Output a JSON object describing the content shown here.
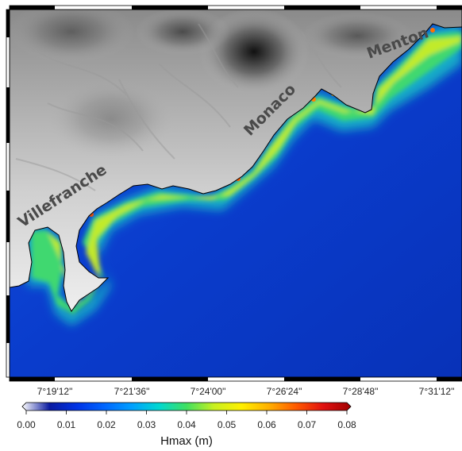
{
  "place_labels": [
    {
      "name": "Villefranche"
    },
    {
      "name": "Monaco"
    },
    {
      "name": "Menton"
    }
  ],
  "x_axis": {
    "tick_labels": [
      "7°19'12\"",
      "7°21'36\"",
      "7°24'00\"",
      "7°26'24\"",
      "7°28'48\"",
      "7°31'12\""
    ]
  },
  "colorbar": {
    "title": "Hmax (m)",
    "min": 0.0,
    "max": 0.08,
    "tick_labels": [
      "0.00",
      "0.01",
      "0.02",
      "0.03",
      "0.04",
      "0.05",
      "0.06",
      "0.07",
      "0.08"
    ],
    "palette": [
      "#ffffff",
      "#0a1aa0",
      "#0033e6",
      "#0066ff",
      "#00a0ff",
      "#00d8d0",
      "#40e060",
      "#c8f020",
      "#fff000",
      "#ffb000",
      "#ff5a00",
      "#e01010",
      "#a00000"
    ]
  },
  "colors": {
    "sea": "#0a3ccc",
    "coast_glow": "#20d0a0",
    "frame_dark": "#000000"
  }
}
